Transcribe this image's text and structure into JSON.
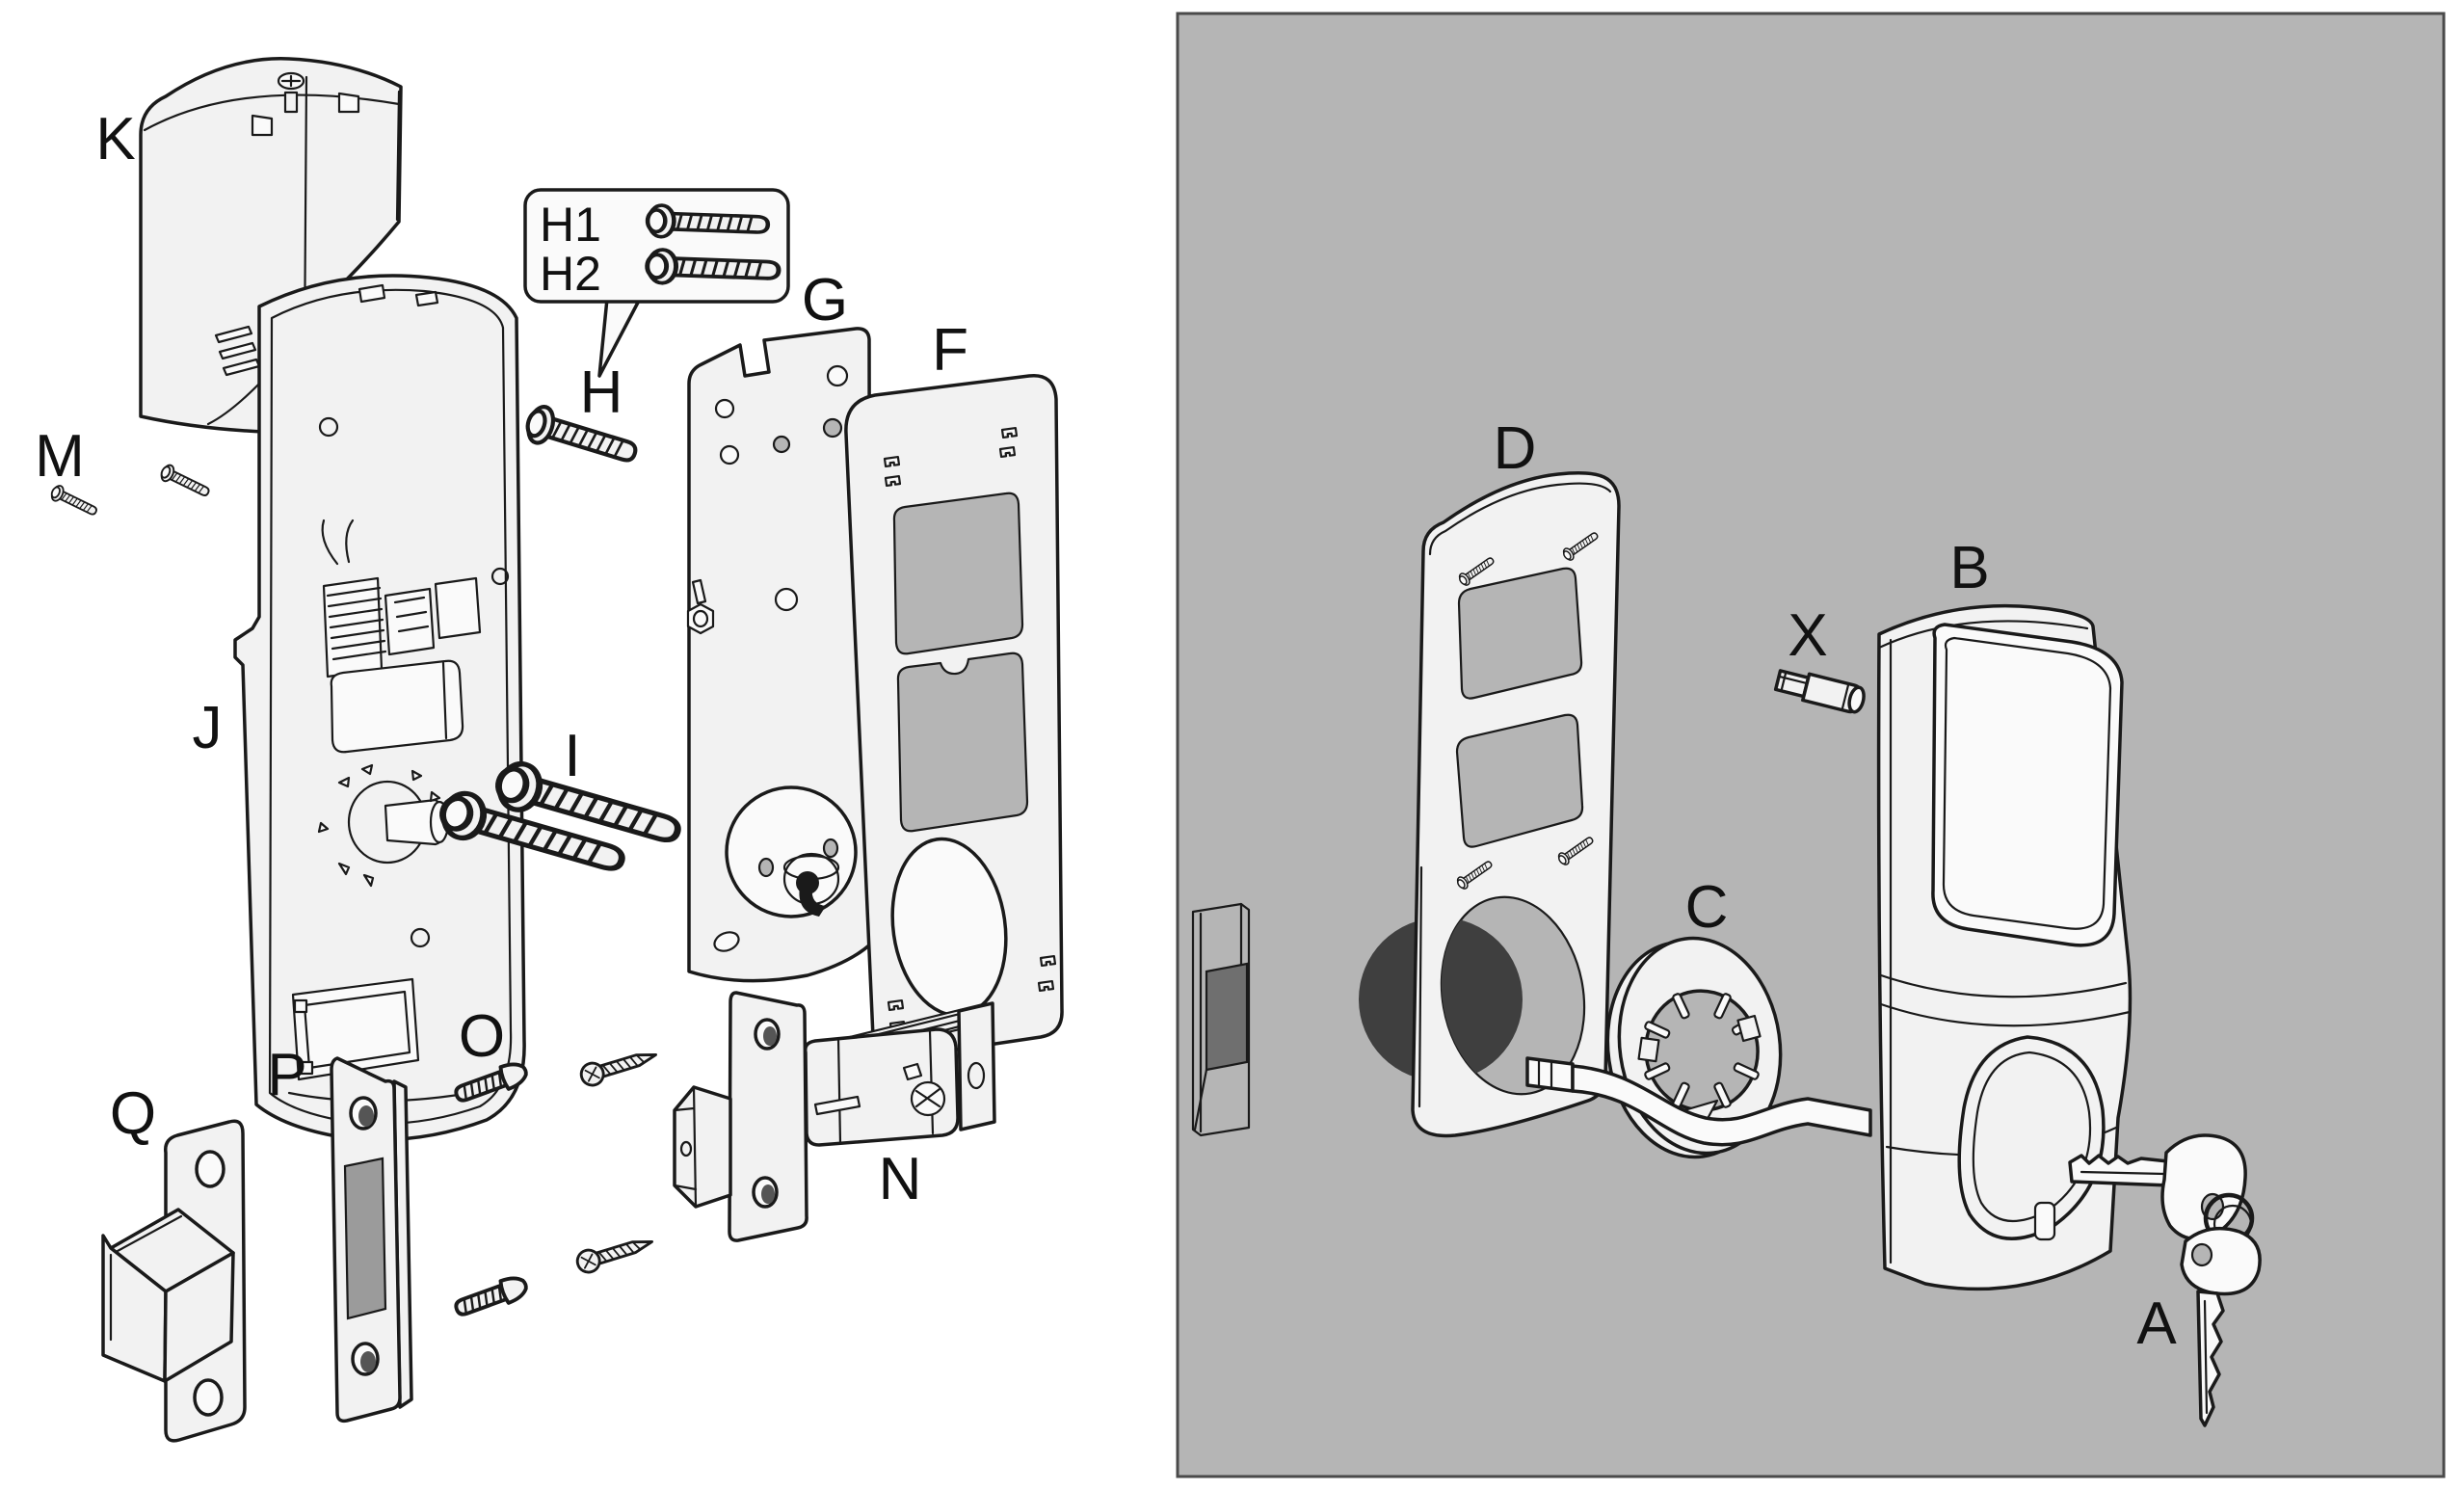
{
  "diagram": {
    "kind": "exploded-assembly-diagram",
    "subject": "keypad-deadbolt-lock-installation",
    "interior_view": {
      "background": "#ffffff",
      "part_labels": [
        "K",
        "M",
        "J",
        "H",
        "G",
        "F",
        "I",
        "N",
        "O",
        "P",
        "Q"
      ]
    },
    "exterior_view": {
      "background": "#b5b5b5",
      "part_labels": [
        "D",
        "X",
        "B",
        "C",
        "A"
      ]
    },
    "callout_box": {
      "rows": [
        {
          "label_key": "H1",
          "icon": "machine-screw-short-icon"
        },
        {
          "label_key": "H2",
          "icon": "machine-screw-long-icon"
        }
      ],
      "points_to_label": "H"
    }
  },
  "labels": {
    "A": "A",
    "B": "B",
    "C": "C",
    "D": "D",
    "F": "F",
    "G": "G",
    "H": "H",
    "H1": "H1",
    "H2": "H2",
    "I": "I",
    "J": "J",
    "K": "K",
    "M": "M",
    "N": "N",
    "O": "O",
    "P": "P",
    "Q": "Q",
    "X": "X"
  },
  "colors": {
    "background": "#ffffff",
    "line_art": "#1a1a1a",
    "part_fill": "#f2f2f2",
    "door_panel": "#b5b5b5",
    "door_bore_dark": "#3f3f3f",
    "mortise_pocket": "#6f6f6f",
    "strike_opening": "#9b9b9b",
    "panel_border": "#4a4a4a"
  }
}
